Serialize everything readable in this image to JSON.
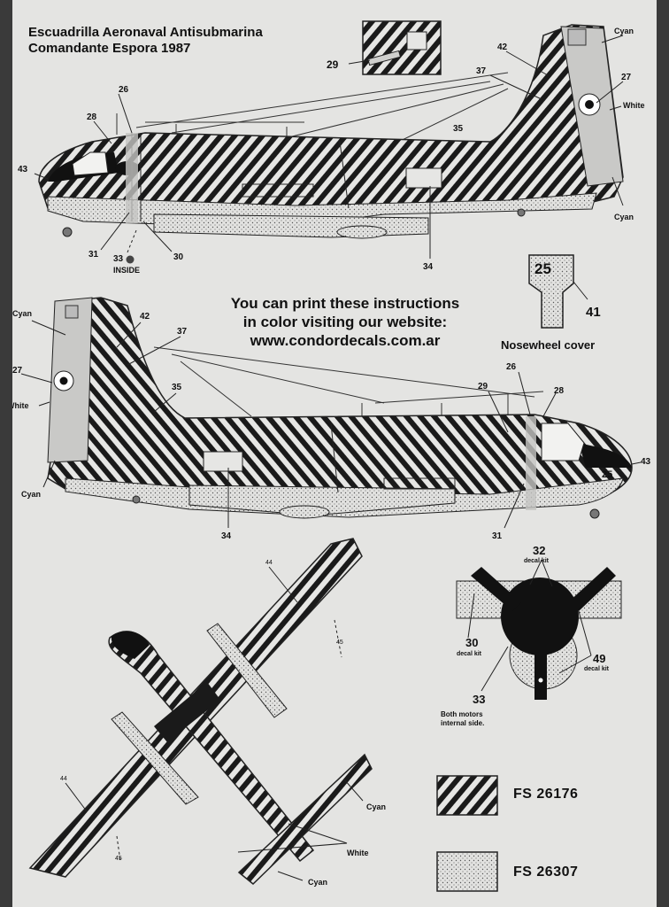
{
  "header": {
    "title_line1": "Escuadrilla Aeronaval Antisubmarina",
    "title_line2": "Comandante Espora 1987"
  },
  "info": {
    "line1": "You can print these instructions",
    "line2": "in color visiting our website:",
    "line3": "www.condordecals.com.ar"
  },
  "nosewheel": {
    "number": "25",
    "ref": "41",
    "caption": "Nosewheel cover"
  },
  "callouts": {
    "top_view": {
      "c43": "43",
      "c28": "28",
      "c26": "26",
      "c29": "29",
      "c42": "42",
      "c37": "37",
      "c35": "35",
      "c27": "27",
      "c31": "31",
      "c33": "33",
      "c30": "30",
      "c34": "34",
      "cyan_top": "Cyan",
      "white": "White",
      "cyan_bottom": "Cyan",
      "inside": "INSIDE"
    },
    "bottom_view": {
      "cyan_top": "Cyan",
      "c42": "42",
      "c37": "37",
      "c27": "27",
      "white": "White",
      "c35": "35",
      "cyan_bottom": "Cyan",
      "c34": "34",
      "c26": "26",
      "c29": "29",
      "c28": "28",
      "c43": "43",
      "c31": "31",
      "fuselage_number": "25"
    },
    "plan_view": {
      "c44a": "44",
      "c45a": "45",
      "c44b": "44",
      "c45b": "45",
      "cyan_a": "Cyan",
      "white": "White",
      "cyan_b": "Cyan"
    },
    "motor": {
      "c32": "32",
      "c32_note": "decal kit",
      "c30": "30",
      "c30_note": "decal kit",
      "c49": "49",
      "c49_note": "decal kit",
      "c33": "33",
      "c33_note1": "Both motors",
      "c33_note2": "internal side."
    }
  },
  "legend": [
    {
      "pattern": "diagonal-stripes",
      "code": "FS 26176"
    },
    {
      "pattern": "stipple",
      "code": "FS 26307"
    }
  ],
  "colors": {
    "paper": "#e4e4e2",
    "ink": "#111111",
    "background": "#3a3a3a"
  }
}
